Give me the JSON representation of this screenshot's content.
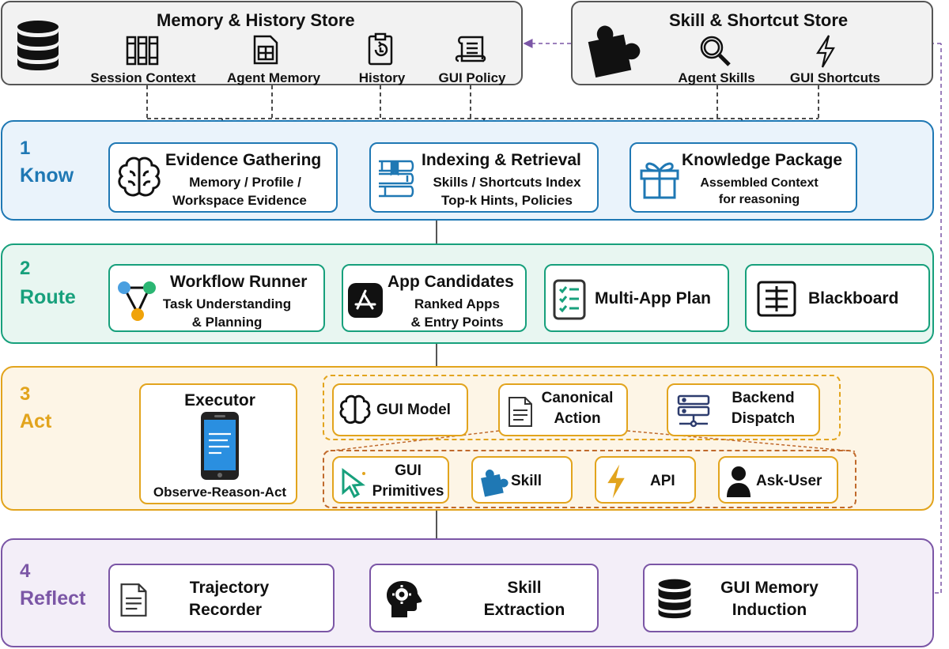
{
  "colors": {
    "know": "#1f78b4",
    "know_bg": "#eaf3fb",
    "route": "#17a07c",
    "route_bg": "#e8f6f1",
    "act": "#e2a41d",
    "act_bg": "#fdf5e6",
    "reflect": "#7b56a6",
    "reflect_bg": "#f3eef8",
    "act_dispatch": "#c0692b",
    "store_bg": "#f2f2f2"
  },
  "memory_store": {
    "title": "Memory & History Store",
    "items": [
      {
        "label": "Session Context",
        "icon": "books-icon"
      },
      {
        "label": "Agent Memory",
        "icon": "sim-card-icon"
      },
      {
        "label": "History",
        "icon": "clipboard-history-icon"
      },
      {
        "label": "GUI Policy",
        "icon": "scroll-icon"
      }
    ],
    "icon": "database-icon"
  },
  "skill_store": {
    "title": "Skill & Shortcut Store",
    "icon": "puzzle-icon",
    "items": [
      {
        "label": "Agent Skills",
        "icon": "magnifier-icon"
      },
      {
        "label": "GUI Shortcuts",
        "icon": "lightning-icon"
      }
    ]
  },
  "stages": [
    {
      "num": "1",
      "name": "Know",
      "cards": [
        {
          "title": "Evidence Gathering",
          "lines": [
            "Memory / Profile /",
            "Workspace Evidence"
          ],
          "icon": "brain-icon"
        },
        {
          "title": "Indexing & Retrieval",
          "lines": [
            "Skills / Shortcuts Index",
            "Top-k Hints, Policies"
          ],
          "icon": "book-stack-icon"
        },
        {
          "title": "Knowledge Package",
          "lines": [
            "Assembled Context",
            "for reasoning"
          ],
          "icon": "gift-icon"
        }
      ]
    },
    {
      "num": "2",
      "name": "Route",
      "cards": [
        {
          "title": "Workflow Runner",
          "lines": [
            "Task Understanding",
            "& Planning"
          ],
          "icon": "workflow-icon"
        },
        {
          "title": "App Candidates",
          "lines": [
            "Ranked Apps",
            "& Entry Points"
          ],
          "icon": "app-store-icon"
        },
        {
          "title": "Multi-App Plan",
          "lines": [],
          "icon": "checklist-icon"
        },
        {
          "title": "Blackboard",
          "lines": [],
          "icon": "blackboard-icon"
        }
      ]
    },
    {
      "num": "3",
      "name": "Act",
      "executor": {
        "title": "Executor",
        "caption": "Observe-Reason-Act",
        "icon": "phone-icon"
      },
      "top_row": [
        {
          "title": "GUI Model",
          "icon": "brain-icon"
        },
        {
          "title": "Canonical Action",
          "lines": [
            "Canonical",
            "Action"
          ],
          "icon": "document-icon"
        },
        {
          "title": "Backend Dispatch",
          "lines": [
            "Backend",
            "Dispatch"
          ],
          "icon": "server-icon"
        }
      ],
      "bottom_row": [
        {
          "title": "GUI Primitives",
          "lines": [
            "GUI",
            "Primitives"
          ],
          "icon": "cursor-icon"
        },
        {
          "title": "Skill",
          "icon": "puzzle-icon"
        },
        {
          "title": "API",
          "icon": "lightning-icon"
        },
        {
          "title": "Ask-User",
          "icon": "user-icon"
        }
      ]
    },
    {
      "num": "4",
      "name": "Reflect",
      "cards": [
        {
          "title": "Trajectory Recorder",
          "lines": [
            "Trajectory",
            "Recorder"
          ],
          "icon": "document-icon"
        },
        {
          "title": "Skill Extraction",
          "lines": [
            "Skill",
            "Extraction"
          ],
          "icon": "head-gear-icon"
        },
        {
          "title": "GUI Memory Induction",
          "lines": [
            "GUI Memory",
            "Induction"
          ],
          "icon": "database-icon"
        }
      ]
    }
  ]
}
